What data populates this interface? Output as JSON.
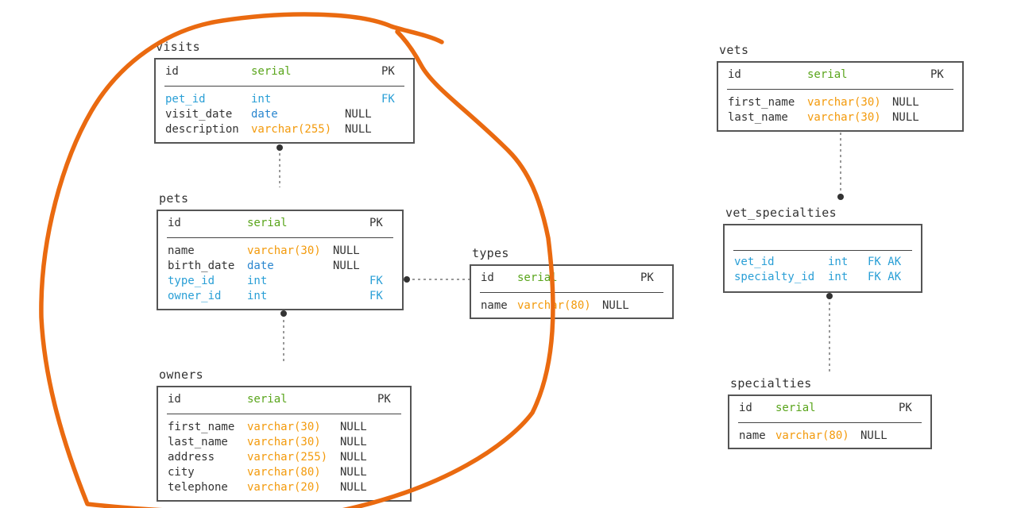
{
  "colors": {
    "column": "#333333",
    "key_column": "#2a9fd6",
    "serial_type": "#5aa51c",
    "varchar_type": "#f39a0b",
    "date_type": "#2a86cf",
    "border": "#555555",
    "connector": "#999999",
    "annotation_stroke": "#ea6a10"
  },
  "annotation": {
    "shape": "hand-drawn orange circle",
    "encloses": [
      "visits",
      "pets",
      "owners"
    ]
  },
  "tables": {
    "visits": {
      "name": "visits",
      "pk": {
        "col": "id",
        "type": "serial",
        "flag": "PK"
      },
      "rows": [
        {
          "col": "pet_id",
          "type": "int",
          "flag": "FK",
          "key": true,
          "type_style": "key"
        },
        {
          "col": "visit_date",
          "type": "date",
          "flag": "NULL",
          "type_style": "date"
        },
        {
          "col": "description",
          "type": "varchar(255)",
          "flag": "NULL",
          "type_style": "varchar"
        }
      ]
    },
    "pets": {
      "name": "pets",
      "pk": {
        "col": "id",
        "type": "serial",
        "flag": "PK"
      },
      "rows": [
        {
          "col": "name",
          "type": "varchar(30)",
          "flag": "NULL",
          "type_style": "varchar"
        },
        {
          "col": "birth_date",
          "type": "date",
          "flag": "NULL",
          "type_style": "date"
        },
        {
          "col": "type_id",
          "type": "int",
          "flag": "FK",
          "key": true,
          "type_style": "key"
        },
        {
          "col": "owner_id",
          "type": "int",
          "flag": "FK",
          "key": true,
          "type_style": "key"
        }
      ]
    },
    "owners": {
      "name": "owners",
      "pk": {
        "col": "id",
        "type": "serial",
        "flag": "PK"
      },
      "rows": [
        {
          "col": "first_name",
          "type": "varchar(30)",
          "flag": "NULL",
          "type_style": "varchar"
        },
        {
          "col": "last_name",
          "type": "varchar(30)",
          "flag": "NULL",
          "type_style": "varchar"
        },
        {
          "col": "address",
          "type": "varchar(255)",
          "flag": "NULL",
          "type_style": "varchar"
        },
        {
          "col": "city",
          "type": "varchar(80)",
          "flag": "NULL",
          "type_style": "varchar"
        },
        {
          "col": "telephone",
          "type": "varchar(20)",
          "flag": "NULL",
          "type_style": "varchar"
        }
      ]
    },
    "types": {
      "name": "types",
      "pk": {
        "col": "id",
        "type": "serial",
        "flag": "PK"
      },
      "rows": [
        {
          "col": "name",
          "type": "varchar(80)",
          "flag": "NULL",
          "type_style": "varchar"
        }
      ]
    },
    "vets": {
      "name": "vets",
      "pk": {
        "col": "id",
        "type": "serial",
        "flag": "PK"
      },
      "rows": [
        {
          "col": "first_name",
          "type": "varchar(30)",
          "flag": "NULL",
          "type_style": "varchar"
        },
        {
          "col": "last_name",
          "type": "varchar(30)",
          "flag": "NULL",
          "type_style": "varchar"
        }
      ]
    },
    "vet_specialties": {
      "name": "vet_specialties",
      "pk": null,
      "rows": [
        {
          "col": "vet_id",
          "type": "int",
          "flag": "FK AK",
          "key": true,
          "type_style": "key"
        },
        {
          "col": "specialty_id",
          "type": "int",
          "flag": "FK AK",
          "key": true,
          "type_style": "key"
        }
      ]
    },
    "specialties": {
      "name": "specialties",
      "pk": {
        "col": "id",
        "type": "serial",
        "flag": "PK"
      },
      "rows": [
        {
          "col": "name",
          "type": "varchar(80)",
          "flag": "NULL",
          "type_style": "varchar"
        }
      ]
    }
  }
}
